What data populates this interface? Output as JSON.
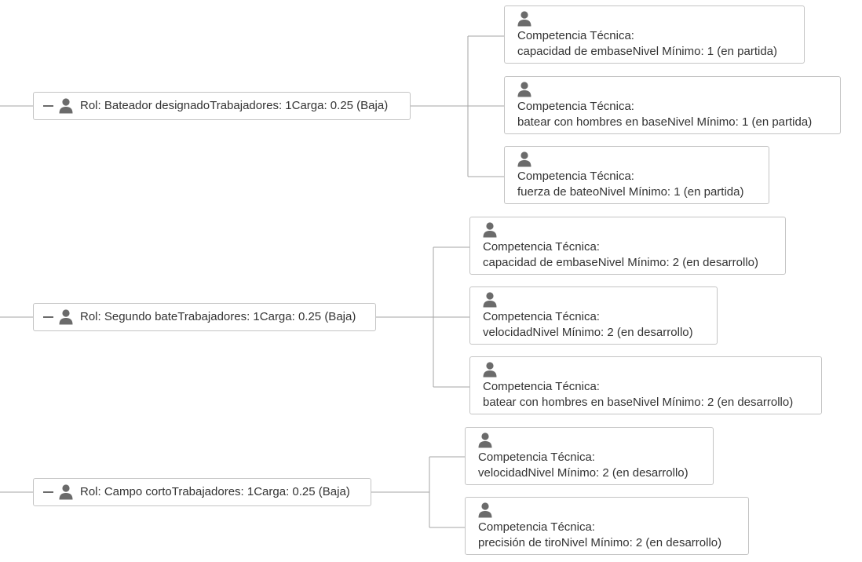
{
  "roles": [
    {
      "label": "Rol: Bateador designadoTrabajadores: 1Carga: 0.25 (Baja)",
      "skills": [
        {
          "title": "Competencia Técnica:",
          "detail": "capacidad de embaseNivel Mínimo: 1 (en partida)"
        },
        {
          "title": "Competencia Técnica:",
          "detail": "batear con hombres en baseNivel Mínimo: 1 (en partida)"
        },
        {
          "title": "Competencia Técnica:",
          "detail": "fuerza de bateoNivel Mínimo: 1 (en partida)"
        }
      ]
    },
    {
      "label": "Rol: Segundo bateTrabajadores: 1Carga: 0.25 (Baja)",
      "skills": [
        {
          "title": "Competencia Técnica:",
          "detail": "capacidad de embaseNivel Mínimo: 2 (en desarrollo)"
        },
        {
          "title": "Competencia Técnica:",
          "detail": "velocidadNivel Mínimo: 2 (en desarrollo)"
        },
        {
          "title": "Competencia Técnica:",
          "detail": "batear con hombres en baseNivel Mínimo: 2 (en desarrollo)"
        }
      ]
    },
    {
      "label": "Rol: Campo cortoTrabajadores: 1Carga: 0.25 (Baja)",
      "skills": [
        {
          "title": "Competencia Técnica:",
          "detail": "velocidadNivel Mínimo: 2 (en desarrollo)"
        },
        {
          "title": "Competencia Técnica:",
          "detail": "precisión de tiroNivel Mínimo: 2 (en desarrollo)"
        }
      ]
    }
  ],
  "icons": {
    "person": "person-icon",
    "collapse": "minus-icon"
  },
  "colors": {
    "connector": "#a6a6a6",
    "border": "#c4c4c4",
    "icon": "#6b6b6b",
    "text": "#333333"
  }
}
